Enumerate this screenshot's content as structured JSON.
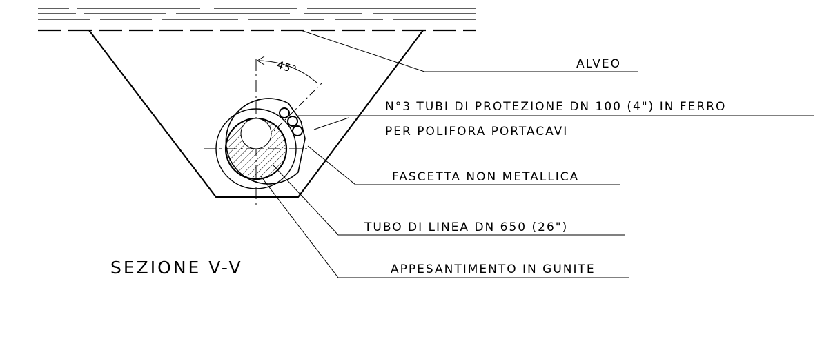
{
  "drawing": {
    "section_title": "SEZIONE V-V",
    "angle_label": "45°",
    "labels": {
      "alveo": "ALVEO",
      "tubi_protezione_line1": "N°3 TUBI DI PROTEZIONE DN 100 (4\") IN FERRO",
      "tubi_protezione_line2": "PER POLIFORA PORTACAVI",
      "fascetta": "FASCETTA NON METALLICA",
      "tubo_linea": "TUBO DI LINEA DN 650 (26\")",
      "appesantimento": "APPESANTIMENTO IN GUNITE"
    }
  }
}
